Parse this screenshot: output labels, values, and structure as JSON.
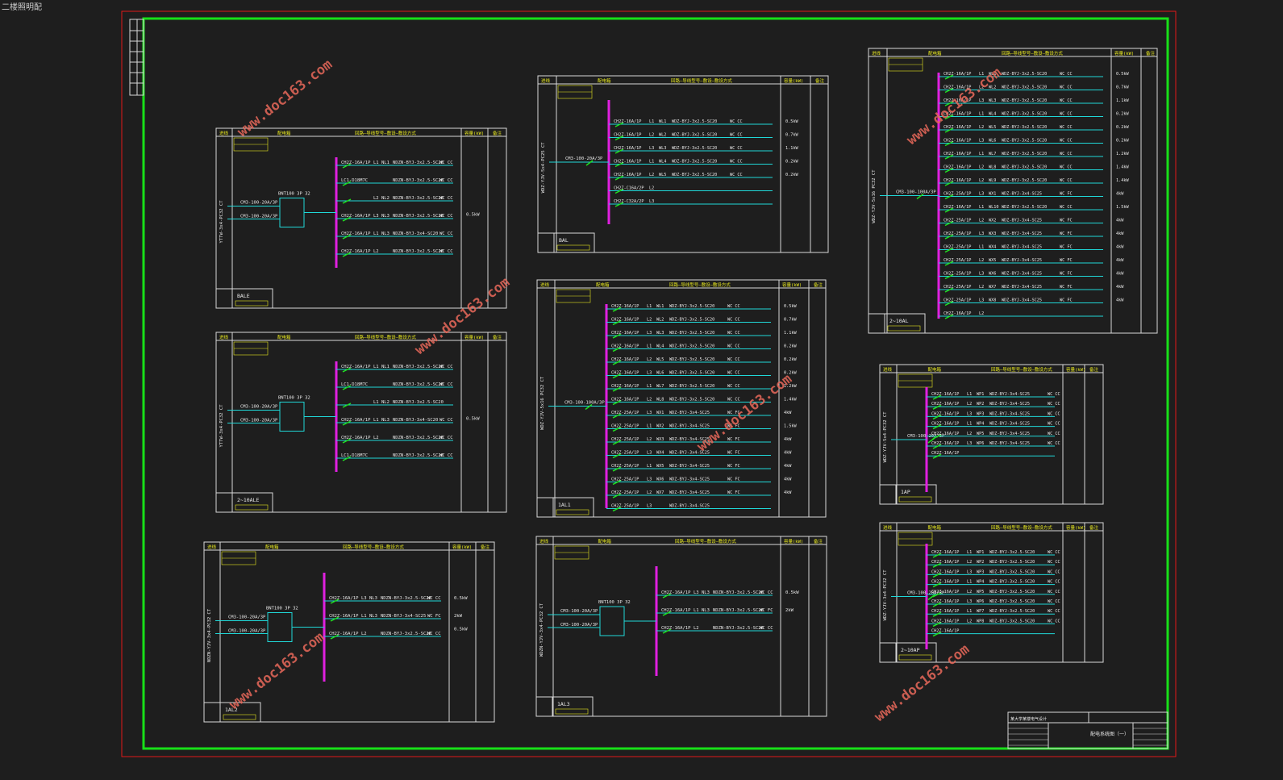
{
  "window": {
    "title": "二楼照明配"
  },
  "colors": {
    "background": "#1e1e1e",
    "outer_border": "#e01818",
    "inner_border": "#18e018",
    "frame": "#d8d8d8",
    "bus": "#e020e0",
    "circuit": "#20d8d8",
    "label": "#e8e8e8",
    "header": "#e8e820",
    "breaker": "#20e020"
  },
  "watermark": "www.doc163.com",
  "title_block": {
    "project": "某大学某楼电气设计",
    "drawing": "配电系统图（一）"
  },
  "headers": {
    "incoming": "进线",
    "panel": "配电箱",
    "circuit": "回路—导线型号—敷设—敷设方式",
    "power": "容量(kW)",
    "remark": "备注"
  },
  "panels": [
    {
      "id": "BALE",
      "feeder": "YTTW-3x4-PC32 CT",
      "main": "CM3-100-20A/3P",
      "main2": "CM3-100-20A/3P",
      "switch": "BNT100 3P 32",
      "capacity": "0.5kW",
      "circuits": [
        {
          "breaker": "CH2Z-16A/1P",
          "phase": "L1",
          "no": "NL1",
          "cable": "NDZN-BYJ-3x2.5-SC20",
          "lay": "WC CC"
        },
        {
          "breaker": "LC1-D18M7C",
          "phase": "",
          "no": "",
          "cable": "NDZN-BYJ-3x2.5-SC20",
          "lay": "WC CC"
        },
        {
          "breaker": "",
          "phase": "L2",
          "no": "NL2",
          "cable": "NDZN-BYJ-3x2.5-SC20",
          "lay": "WC CC"
        },
        {
          "breaker": "CH2Z-16A/1P",
          "phase": "L3",
          "no": "NL3",
          "cable": "NDZN-BYJ-3x2.5-SC20",
          "lay": "WC CC"
        },
        {
          "breaker": "CH2Z-16A/1P",
          "phase": "L1",
          "no": "NL3",
          "cable": "NDZN-BYJ-3x4-SC20",
          "lay": "WC CC"
        },
        {
          "breaker": "CH2Z-16A/1P",
          "phase": "L2",
          "no": "",
          "cable": "NDZN-BYJ-3x2.5-SC20",
          "lay": "WC CC"
        },
        {
          "breaker": "LC1-D18M7C",
          "phase": "",
          "no": "",
          "cable": "NDZN-BYJ-3x2.5-SC20",
          "lay": "WC CC"
        }
      ]
    },
    {
      "id": "2~10ALE",
      "feeder": "YTTW-3x4-PC32 CT",
      "main": "CM3-100-20A/3P",
      "main2": "CM3-100-20A/3P",
      "switch": "BNT100 3P 32",
      "capacity": "0.5kW",
      "circuits": [
        {
          "breaker": "CH2Z-16A/1P",
          "phase": "L1",
          "no": "NL1",
          "cable": "NDZN-BYJ-3x2.5-SC20",
          "lay": "WC CC"
        },
        {
          "breaker": "LC1-D18M7C",
          "phase": "",
          "no": "",
          "cable": "NDZN-BYJ-3x2.5-SC20",
          "lay": "WC CC"
        },
        {
          "breaker": "",
          "phase": "L1",
          "no": "NL2",
          "cable": "NDZN-BYJ-3x2.5-SC20",
          "lay": ""
        },
        {
          "breaker": "CH2Z-16A/1P",
          "phase": "L1",
          "no": "NL3",
          "cable": "NDZN-BYJ-3x4-SC20",
          "lay": "WC CC"
        },
        {
          "breaker": "CH2Z-16A/1P",
          "phase": "L2",
          "no": "",
          "cable": "NDZN-BYJ-3x2.5-SC20",
          "lay": "WC CC"
        },
        {
          "breaker": "LC1-D18M7C",
          "phase": "",
          "no": "",
          "cable": "NDZN-BYJ-3x2.5-SC20",
          "lay": "WC CC"
        }
      ]
    },
    {
      "id": "1AL2",
      "feeder": "NDZN-YJV-3x4-PC32 CT",
      "main": "CM3-100-20A/3P",
      "main2": "CM3-100-20A/3P",
      "switch": "BNT100 3P 32",
      "capacity": "0.5kW",
      "circuits": [
        {
          "breaker": "CH2Z-16A/1P",
          "phase": "L3",
          "no": "NL3",
          "cable": "NDZN-BYJ-3x2.5-SC20",
          "lay": "WC CC",
          "kw": "0.5kW"
        },
        {
          "breaker": "CH2Z-16A/1P",
          "phase": "L1",
          "no": "NL3",
          "cable": "NDZN-BYJ-3x4-SC25",
          "lay": "WC FC",
          "kw": "2kW"
        },
        {
          "breaker": "CH2Z-16A/1P",
          "phase": "L2",
          "no": "",
          "cable": "NDZN-BYJ-3x2.5-SC20",
          "lay": "WC CC",
          "kw": ""
        }
      ]
    },
    {
      "id": "BAL",
      "feeder": "WDZ-YJV-5x4-PC25 CT",
      "main": "CM3-100-20A/3P",
      "capacity": "",
      "circuits": [
        {
          "breaker": "CH2Z-16A/1P",
          "phase": "L1",
          "no": "WL1",
          "cable": "WDZ-BYJ-3x2.5-SC20",
          "lay": "WC CC",
          "kw": "0.5kW"
        },
        {
          "breaker": "CH2Z-16A/1P",
          "phase": "L2",
          "no": "WL2",
          "cable": "WDZ-BYJ-3x2.5-SC20",
          "lay": "WC CC",
          "kw": "0.7kW"
        },
        {
          "breaker": "CH2Z-16A/1P",
          "phase": "L3",
          "no": "WL3",
          "cable": "WDZ-BYJ-3x2.5-SC20",
          "lay": "WC CC",
          "kw": "1.1kW"
        },
        {
          "breaker": "CH2Z-16A/1P",
          "phase": "L1",
          "no": "WL4",
          "cable": "WDZ-BYJ-3x2.5-SC20",
          "lay": "WC CC",
          "kw": "0.2kW"
        },
        {
          "breaker": "CH2Z-16A/1P",
          "phase": "L2",
          "no": "WL5",
          "cable": "WDZ-BYJ-3x2.5-SC20",
          "lay": "WC CC",
          "kw": "0.2kW"
        },
        {
          "breaker": "CH2Z-C16A/2P",
          "phase": "L2",
          "no": "",
          "cable": "",
          "lay": "",
          "kw": ""
        },
        {
          "breaker": "CH2Z-C32A/2P",
          "phase": "L3",
          "no": "",
          "cable": "",
          "lay": "",
          "kw": ""
        }
      ]
    },
    {
      "id": "1AL1",
      "feeder": "WDZ-YJV-5x16 PC32 CT",
      "main": "CM3-100-100A/3P",
      "capacity": "",
      "circuits": [
        {
          "breaker": "CH2Z-16A/1P",
          "phase": "L1",
          "no": "WL1",
          "cable": "WDZ-BYJ-3x2.5-SC20",
          "lay": "WC CC",
          "kw": "0.5kW"
        },
        {
          "breaker": "CH2Z-16A/1P",
          "phase": "L2",
          "no": "WL2",
          "cable": "WDZ-BYJ-3x2.5-SC20",
          "lay": "WC CC",
          "kw": "0.7kW"
        },
        {
          "breaker": "CH2Z-16A/1P",
          "phase": "L3",
          "no": "WL3",
          "cable": "WDZ-BYJ-3x2.5-SC20",
          "lay": "WC CC",
          "kw": "1.1kW"
        },
        {
          "breaker": "CH2Z-16A/1P",
          "phase": "L1",
          "no": "WL4",
          "cable": "WDZ-BYJ-3x2.5-SC20",
          "lay": "WC CC",
          "kw": "0.2kW"
        },
        {
          "breaker": "CH2Z-16A/1P",
          "phase": "L2",
          "no": "WL5",
          "cable": "WDZ-BYJ-3x2.5-SC20",
          "lay": "WC CC",
          "kw": "0.2kW"
        },
        {
          "breaker": "CH2Z-16A/1P",
          "phase": "L3",
          "no": "WL6",
          "cable": "WDZ-BYJ-3x2.5-SC20",
          "lay": "WC CC",
          "kw": "0.2kW"
        },
        {
          "breaker": "CH2Z-16A/1P",
          "phase": "L1",
          "no": "WL7",
          "cable": "WDZ-BYJ-3x2.5-SC20",
          "lay": "WC CC",
          "kw": "1.2kW"
        },
        {
          "breaker": "CH2Z-16A/1P",
          "phase": "L2",
          "no": "WL8",
          "cable": "WDZ-BYJ-3x2.5-SC20",
          "lay": "WC CC",
          "kw": "1.4kW"
        },
        {
          "breaker": "CH2Z-25A/1P",
          "phase": "L3",
          "no": "WX1",
          "cable": "WDZ-BYJ-3x4-SC25",
          "lay": "WC FC",
          "kw": "4kW"
        },
        {
          "breaker": "CH2Z-25A/1P",
          "phase": "L1",
          "no": "WX2",
          "cable": "WDZ-BYJ-3x4-SC25",
          "lay": "WC FC",
          "kw": "1.5kW"
        },
        {
          "breaker": "CH2Z-25A/1P",
          "phase": "L2",
          "no": "WX3",
          "cable": "WDZ-BYJ-3x4-SC25",
          "lay": "WC FC",
          "kw": "4kW"
        },
        {
          "breaker": "CH2Z-25A/1P",
          "phase": "L3",
          "no": "WX4",
          "cable": "WDZ-BYJ-3x4-SC25",
          "lay": "WC FC",
          "kw": "4kW"
        },
        {
          "breaker": "CH2Z-25A/1P",
          "phase": "L1",
          "no": "WX5",
          "cable": "WDZ-BYJ-3x4-SC25",
          "lay": "WC FC",
          "kw": "4kW"
        },
        {
          "breaker": "CH2Z-25A/1P",
          "phase": "L3",
          "no": "WX6",
          "cable": "WDZ-BYJ-3x4-SC25",
          "lay": "WC FC",
          "kw": "4kW"
        },
        {
          "breaker": "CH2Z-25A/1P",
          "phase": "L2",
          "no": "WX7",
          "cable": "WDZ-BYJ-3x4-SC25",
          "lay": "WC FC",
          "kw": "4kW"
        },
        {
          "breaker": "CH2Z-25A/1P",
          "phase": "L3",
          "no": "",
          "cable": "WDZ-BYJ-3x4-SC25",
          "lay": "",
          "kw": ""
        }
      ]
    },
    {
      "id": "1AL3",
      "feeder": "WDZN-YJV-3x4-PC32 CT",
      "main": "CM3-100-20A/3P",
      "main2": "CM3-100-20A/3P",
      "switch": "BNT100 3P 32",
      "capacity": "",
      "circuits": [
        {
          "breaker": "CH2Z-16A/1P",
          "phase": "L3",
          "no": "NL3",
          "cable": "NDZN-BYJ-3x2.5-SC20",
          "lay": "WC CC",
          "kw": "0.5kW"
        },
        {
          "breaker": "CH2Z-16A/1P",
          "phase": "L1",
          "no": "NL3",
          "cable": "NDZN-BYJ-3x2.5-SC20",
          "lay": "WC FC",
          "kw": "2kW"
        },
        {
          "breaker": "CH2Z-16A/1P",
          "phase": "L2",
          "no": "",
          "cable": "NDZN-BYJ-3x2.5-SC20",
          "lay": "WC CC",
          "kw": ""
        }
      ]
    },
    {
      "id": "2~10AL",
      "feeder": "WDZ-YJV-5x16 PC32 CT",
      "main": "CM3-100-100A/3P",
      "capacity": "",
      "circuits": [
        {
          "breaker": "CH2Z-16A/1P",
          "phase": "L1",
          "no": "WL1",
          "cable": "WDZ-BYJ-3x2.5-SC20",
          "lay": "WC CC",
          "kw": "0.5kW"
        },
        {
          "breaker": "CH2Z-16A/1P",
          "phase": "L2",
          "no": "WL2",
          "cable": "WDZ-BYJ-3x2.5-SC20",
          "lay": "WC CC",
          "kw": "0.7kW"
        },
        {
          "breaker": "CH2Z-16A/1P",
          "phase": "L3",
          "no": "WL3",
          "cable": "WDZ-BYJ-3x2.5-SC20",
          "lay": "WC CC",
          "kw": "1.1kW"
        },
        {
          "breaker": "CH2Z-16A/1P",
          "phase": "L1",
          "no": "WL4",
          "cable": "WDZ-BYJ-3x2.5-SC20",
          "lay": "WC CC",
          "kw": "0.2kW"
        },
        {
          "breaker": "CH2Z-16A/1P",
          "phase": "L2",
          "no": "WL5",
          "cable": "WDZ-BYJ-3x2.5-SC20",
          "lay": "WC CC",
          "kw": "0.2kW"
        },
        {
          "breaker": "CH2Z-16A/1P",
          "phase": "L3",
          "no": "WL6",
          "cable": "WDZ-BYJ-3x2.5-SC20",
          "lay": "WC CC",
          "kw": "0.2kW"
        },
        {
          "breaker": "CH2Z-16A/1P",
          "phase": "L1",
          "no": "WL7",
          "cable": "WDZ-BYJ-3x2.5-SC20",
          "lay": "WC CC",
          "kw": "1.2kW"
        },
        {
          "breaker": "CH2Z-16A/1P",
          "phase": "L2",
          "no": "WL8",
          "cable": "WDZ-BYJ-3x2.5-SC20",
          "lay": "WC CC",
          "kw": "1.4kW"
        },
        {
          "breaker": "CH2Z-16A/1P",
          "phase": "L2",
          "no": "WL9",
          "cable": "WDZ-BYJ-3x2.5-SC20",
          "lay": "WC CC",
          "kw": "1.4kW"
        },
        {
          "breaker": "CH2Z-25A/1P",
          "phase": "L3",
          "no": "WX1",
          "cable": "WDZ-BYJ-3x4-SC25",
          "lay": "WC FC",
          "kw": "4kW"
        },
        {
          "breaker": "CH2Z-16A/1P",
          "phase": "L1",
          "no": "WL10",
          "cable": "WDZ-BYJ-3x2.5-SC20",
          "lay": "WC CC",
          "kw": "1.5kW"
        },
        {
          "breaker": "CH2Z-25A/1P",
          "phase": "L2",
          "no": "WX2",
          "cable": "WDZ-BYJ-3x4-SC25",
          "lay": "WC FC",
          "kw": "4kW"
        },
        {
          "breaker": "CH2Z-25A/1P",
          "phase": "L3",
          "no": "WX3",
          "cable": "WDZ-BYJ-3x4-SC25",
          "lay": "WC FC",
          "kw": "4kW"
        },
        {
          "breaker": "CH2Z-25A/1P",
          "phase": "L1",
          "no": "WX4",
          "cable": "WDZ-BYJ-3x4-SC25",
          "lay": "WC FC",
          "kw": "4kW"
        },
        {
          "breaker": "CH2Z-25A/1P",
          "phase": "L2",
          "no": "WX5",
          "cable": "WDZ-BYJ-3x4-SC25",
          "lay": "WC FC",
          "kw": "4kW"
        },
        {
          "breaker": "CH2Z-25A/1P",
          "phase": "L3",
          "no": "WX6",
          "cable": "WDZ-BYJ-3x4-SC25",
          "lay": "WC FC",
          "kw": "4kW"
        },
        {
          "breaker": "CH2Z-25A/1P",
          "phase": "L2",
          "no": "WX7",
          "cable": "WDZ-BYJ-3x4-SC25",
          "lay": "WC FC",
          "kw": "4kW"
        },
        {
          "breaker": "CH2Z-25A/1P",
          "phase": "L3",
          "no": "WX8",
          "cable": "WDZ-BYJ-3x4-SC25",
          "lay": "WC FC",
          "kw": "4kW"
        },
        {
          "breaker": "CH2Z-16A/1P",
          "phase": "L2",
          "no": "",
          "cable": "",
          "lay": "",
          "kw": ""
        },
        {
          "breaker": "CH2Z-16A/1P",
          "phase": "L3",
          "no": "",
          "cable": "",
          "lay": "",
          "kw": ""
        }
      ]
    },
    {
      "id": "1AP",
      "feeder": "WDZ-YJV-5x4-PC32 CT",
      "main": "CM3-100-20A/3P",
      "capacity": "",
      "circuits": [
        {
          "breaker": "CH2Z-16A/1P",
          "phase": "L1",
          "no": "WP1",
          "cable": "WDZ-BYJ-3x4-SC25",
          "lay": "WC CC"
        },
        {
          "breaker": "CH2Z-16A/1P",
          "phase": "L2",
          "no": "WP2",
          "cable": "WDZ-BYJ-3x4-SC25",
          "lay": "WC CC"
        },
        {
          "breaker": "CH2Z-16A/1P",
          "phase": "L3",
          "no": "WP3",
          "cable": "WDZ-BYJ-3x4-SC25",
          "lay": "WC CC"
        },
        {
          "breaker": "CH2Z-16A/1P",
          "phase": "L1",
          "no": "WP4",
          "cable": "WDZ-BYJ-3x4-SC25",
          "lay": "WC CC"
        },
        {
          "breaker": "CH2Z-16A/1P",
          "phase": "L2",
          "no": "WP5",
          "cable": "WDZ-BYJ-3x4-SC25",
          "lay": "WC CC"
        },
        {
          "breaker": "CH2Z-16A/1P",
          "phase": "L3",
          "no": "WP6",
          "cable": "WDZ-BYJ-3x4-SC25",
          "lay": "WC CC"
        },
        {
          "breaker": "CH2Z-16A/1P",
          "phase": "",
          "no": "",
          "cable": "",
          "lay": ""
        }
      ]
    },
    {
      "id": "2~10AP",
      "feeder": "WDZ-YJV-3x4-PC32 CT",
      "main": "CM3-100-20A/3P",
      "capacity": "",
      "circuits": [
        {
          "breaker": "CH2Z-16A/1P",
          "phase": "L1",
          "no": "WP1",
          "cable": "WDZ-BYJ-3x2.5-SC20",
          "lay": "WC CC"
        },
        {
          "breaker": "CH2Z-16A/1P",
          "phase": "L2",
          "no": "WP2",
          "cable": "WDZ-BYJ-3x2.5-SC20",
          "lay": "WC CC"
        },
        {
          "breaker": "CH2Z-16A/1P",
          "phase": "L3",
          "no": "WP3",
          "cable": "WDZ-BYJ-3x2.5-SC20",
          "lay": "WC CC"
        },
        {
          "breaker": "CH2Z-16A/1P",
          "phase": "L1",
          "no": "WP4",
          "cable": "WDZ-BYJ-3x2.5-SC20",
          "lay": "WC CC"
        },
        {
          "breaker": "CH2Z-16A/1P",
          "phase": "L2",
          "no": "WP5",
          "cable": "WDZ-BYJ-3x2.5-SC20",
          "lay": "WC CC"
        },
        {
          "breaker": "CH2Z-16A/1P",
          "phase": "L3",
          "no": "WP6",
          "cable": "WDZ-BYJ-3x2.5-SC20",
          "lay": "WC CC"
        },
        {
          "breaker": "CH2Z-16A/1P",
          "phase": "L1",
          "no": "WP7",
          "cable": "WDZ-BYJ-3x2.5-SC20",
          "lay": "WC CC"
        },
        {
          "breaker": "CH2Z-16A/1P",
          "phase": "L2",
          "no": "WP8",
          "cable": "WDZ-BYJ-3x2.5-SC20",
          "lay": "WC CC"
        },
        {
          "breaker": "CH2Z-16A/1P",
          "phase": "",
          "no": "",
          "cable": "",
          "lay": ""
        }
      ]
    }
  ]
}
